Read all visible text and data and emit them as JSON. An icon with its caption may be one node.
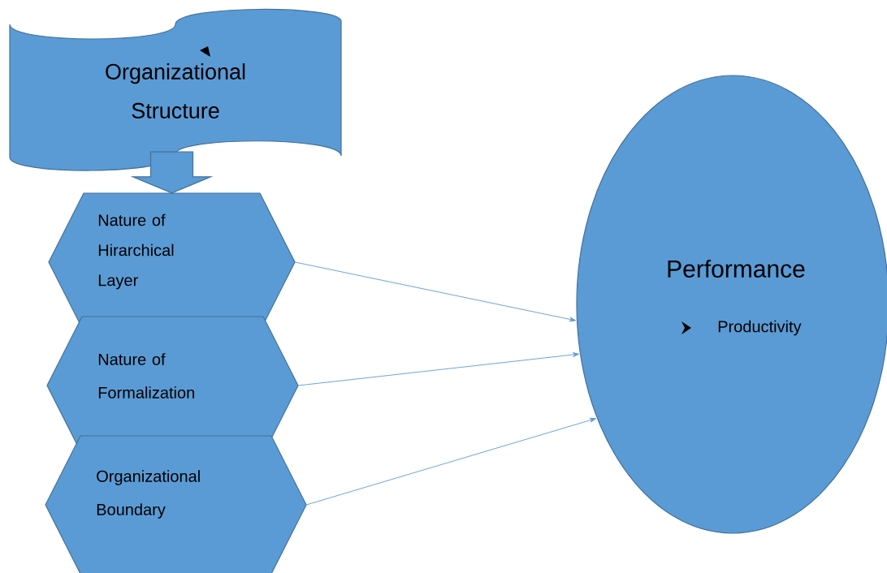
{
  "diagram": {
    "nodes": [
      {
        "text": [
          "Organizational Structure"
        ]
      },
      {
        "text": [
          "Nature of Hirarchical Layer"
        ]
      },
      {
        "text": [
          "Nature of Formalization"
        ]
      },
      {
        "text": [
          "Organizational Boundary"
        ]
      },
      {
        "text": [
          "Performance",
          "Productivity"
        ]
      }
    ],
    "edges": [
      {
        "from": 0,
        "to": 1,
        "arrow": "to",
        "style": "thick"
      },
      {
        "from": 1,
        "to": 4,
        "arrow": "to"
      },
      {
        "from": 2,
        "to": 4,
        "arrow": "to"
      },
      {
        "from": 3,
        "to": 4,
        "arrow": "to"
      }
    ]
  }
}
